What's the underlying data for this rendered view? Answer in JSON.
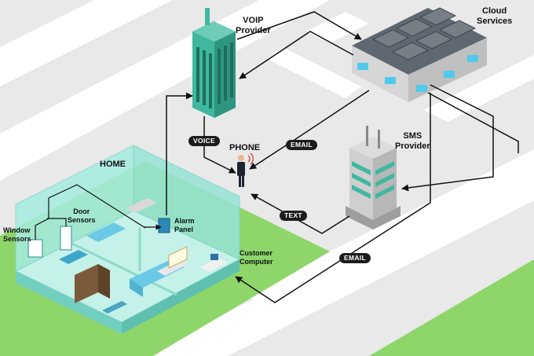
{
  "labels": {
    "voip": "VOIP\nProvider",
    "cloud": "Cloud\nServices",
    "sms": "SMS\nProvider",
    "phone": "PHONE",
    "home": "HOME",
    "door_sensors": "Door\nSensors",
    "window_sensors": "Window\nSensors",
    "alarm_panel": "Alarm\nPanel",
    "customer_computer": "Customer\nComputer"
  },
  "arrow_labels": {
    "voice": "VOICE",
    "email_top": "EMAIL",
    "text": "TEXT",
    "email_bottom": "EMAIL"
  },
  "colors": {
    "background": "#e9e9e9",
    "road": "#ffffff",
    "grass": "#8ed66a",
    "room_glass": "#a6ece0",
    "building_teal": "#3fb89f",
    "window_blue": "#5ad2ea",
    "arrow": "#111111"
  }
}
